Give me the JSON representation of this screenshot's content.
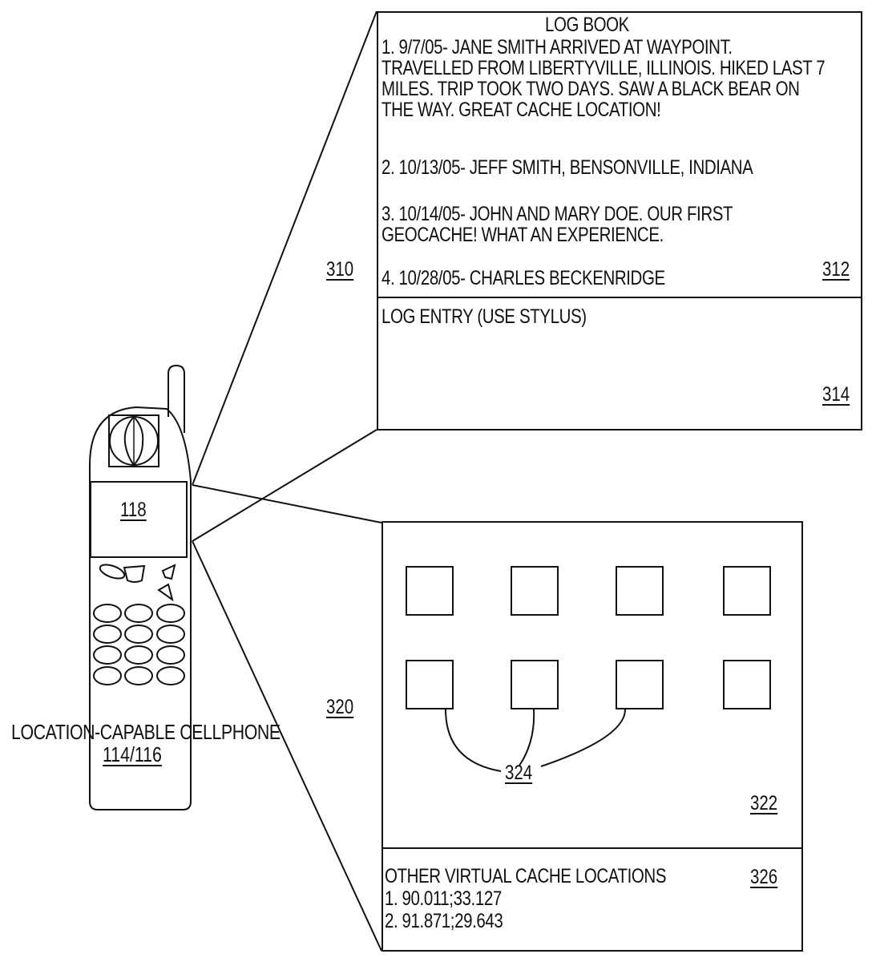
{
  "figure": {
    "cellphone": {
      "label": "LOCATION-CAPABLE CELLPHONE",
      "ref": "114/116",
      "display_ref": "118"
    },
    "logbook_panel": {
      "ref": "310",
      "title": "LOG BOOK",
      "entries": [
        "1. 9/7/05- JANE SMITH ARRIVED AT WAYPOINT.",
        "TRAVELLED FROM LIBERTYVILLE, ILLINOIS. HIKED LAST 7",
        "MILES. TRIP TOOK TWO DAYS. SAW A BLACK BEAR ON",
        "THE WAY. GREAT CACHE LOCATION!",
        "2. 10/13/05- JEFF SMITH, BENSONVILLE, INDIANA",
        "3. 10/14/05- JOHN AND MARY DOE. OUR FIRST",
        "GEOCACHE! WHAT AN EXPERIENCE.",
        "4. 10/28/05- CHARLES BECKENRIDGE"
      ],
      "list_ref": "312",
      "entry_field": {
        "label": "LOG ENTRY (USE STYLUS)",
        "ref": "314"
      }
    },
    "cache_panel": {
      "ref": "320",
      "grid_ref": "322",
      "cells_ref": "324",
      "grid": {
        "rows": 2,
        "cols": 4
      },
      "other_locations": {
        "title": "OTHER VIRTUAL CACHE LOCATIONS",
        "ref": "326",
        "items": [
          "1. 90.011;33.127",
          "2. 91.871;29.643"
        ]
      }
    }
  }
}
